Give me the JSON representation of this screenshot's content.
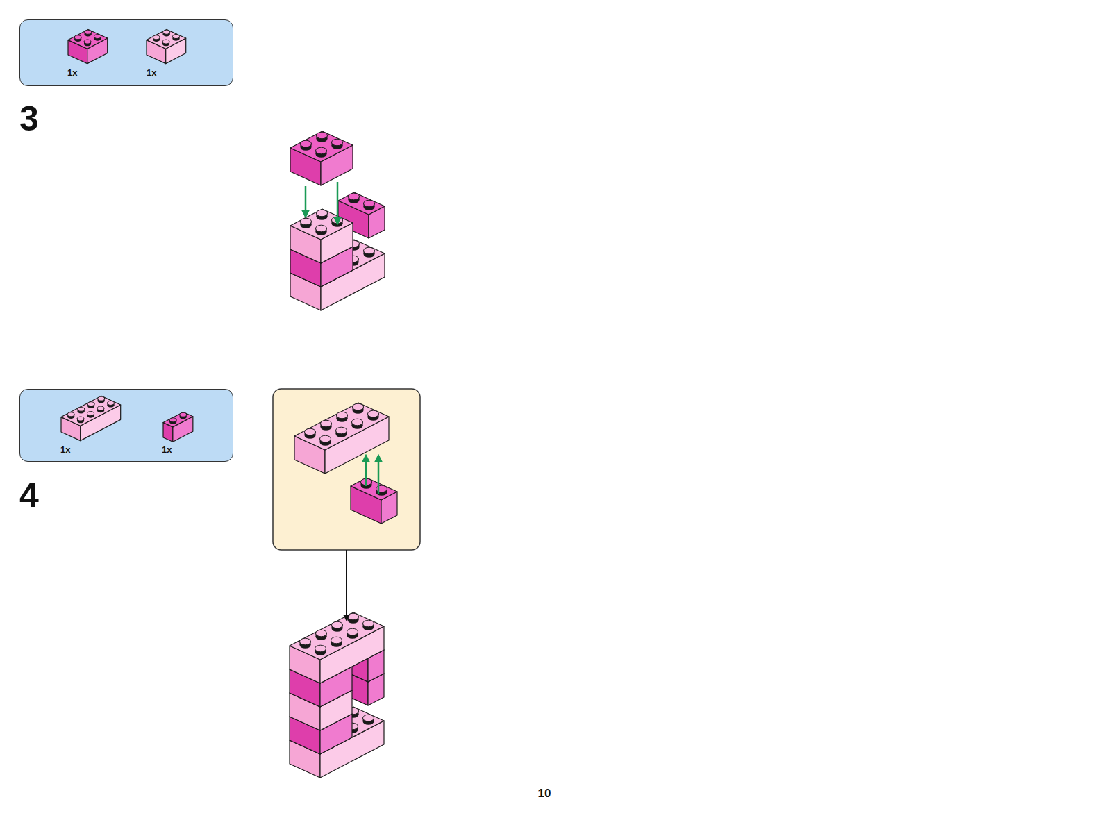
{
  "diagram": {
    "nodes": [
      {
        "text": [
          "1x",
          "1x"
        ]
      },
      {
        "text": [
          "1x",
          "1x"
        ]
      }
    ],
    "labels": [
      "3",
      "4",
      "10"
    ]
  }
}
